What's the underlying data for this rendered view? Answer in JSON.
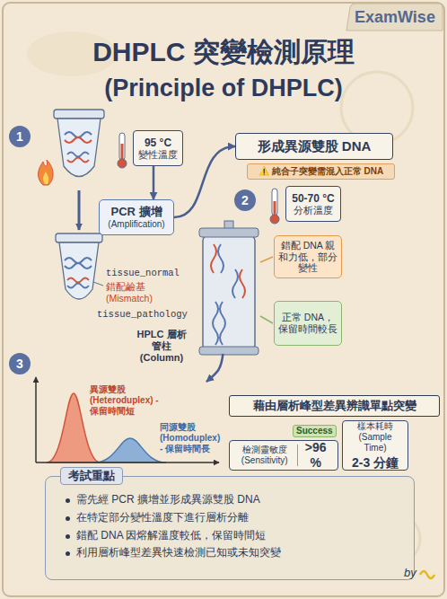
{
  "diagram": {
    "title": "DHPLC 突變檢測原理",
    "nodes": [
      {
        "text": [
          "95 °C",
          "變性溫度"
        ]
      },
      {
        "text": [
          "PCR 擴增",
          "(Amplification)"
        ]
      },
      {
        "text": [
          "形成異源雙股 DNA"
        ]
      },
      {
        "text": [
          "⚠️ 純合子突變需混入正常 DNA"
        ]
      },
      {
        "text": [
          "50-70 °C",
          "分析溫度"
        ]
      },
      {
        "text": [
          "HPLC 層析管柱 (Column)"
        ]
      },
      {
        "text": [
          "錯配 DNA 親和力低，部分變性"
        ]
      },
      {
        "text": [
          "正常 DNA，保留時間較長"
        ]
      },
      {
        "text": [
          "異源雙股 (Heteroduplex) - 保留時間短",
          "同源雙股 (Homoduplex) - 保留時間長"
        ]
      },
      {
        "text": [
          "藉由層析峰型差異辨識單點突變"
        ]
      },
      {
        "text": [
          "檢測靈敏度 (Sensitivity)",
          ">96 %"
        ]
      },
      {
        "text": [
          "樣本耗時 (Sample Time)",
          "2-3 分鐘"
        ]
      },
      {
        "text": [
          "考試重點",
          "需先經 PCR 擴增並形成異源雙股 DNA",
          "在特定部分變性溫度下進行層析分離",
          "錯配 DNA 因熔解溫度較低，保留時間短",
          "利用層析峰型差異快速檢測已知或未知突變"
        ]
      }
    ],
    "edges": [
      {
        "from": 0,
        "to": 1,
        "arrow": "to"
      },
      {
        "from": 1,
        "to": 2,
        "arrow": "to"
      },
      {
        "from": 5,
        "to": 8,
        "arrow": "to"
      }
    ],
    "labels": [
      "ExamWise",
      "(Principle of DHPLC)",
      "1",
      "tissue_normal",
      "錯配鹼基 (Mismatch)",
      "tissue_pathology",
      "2",
      "3",
      "Success",
      "by"
    ]
  }
}
